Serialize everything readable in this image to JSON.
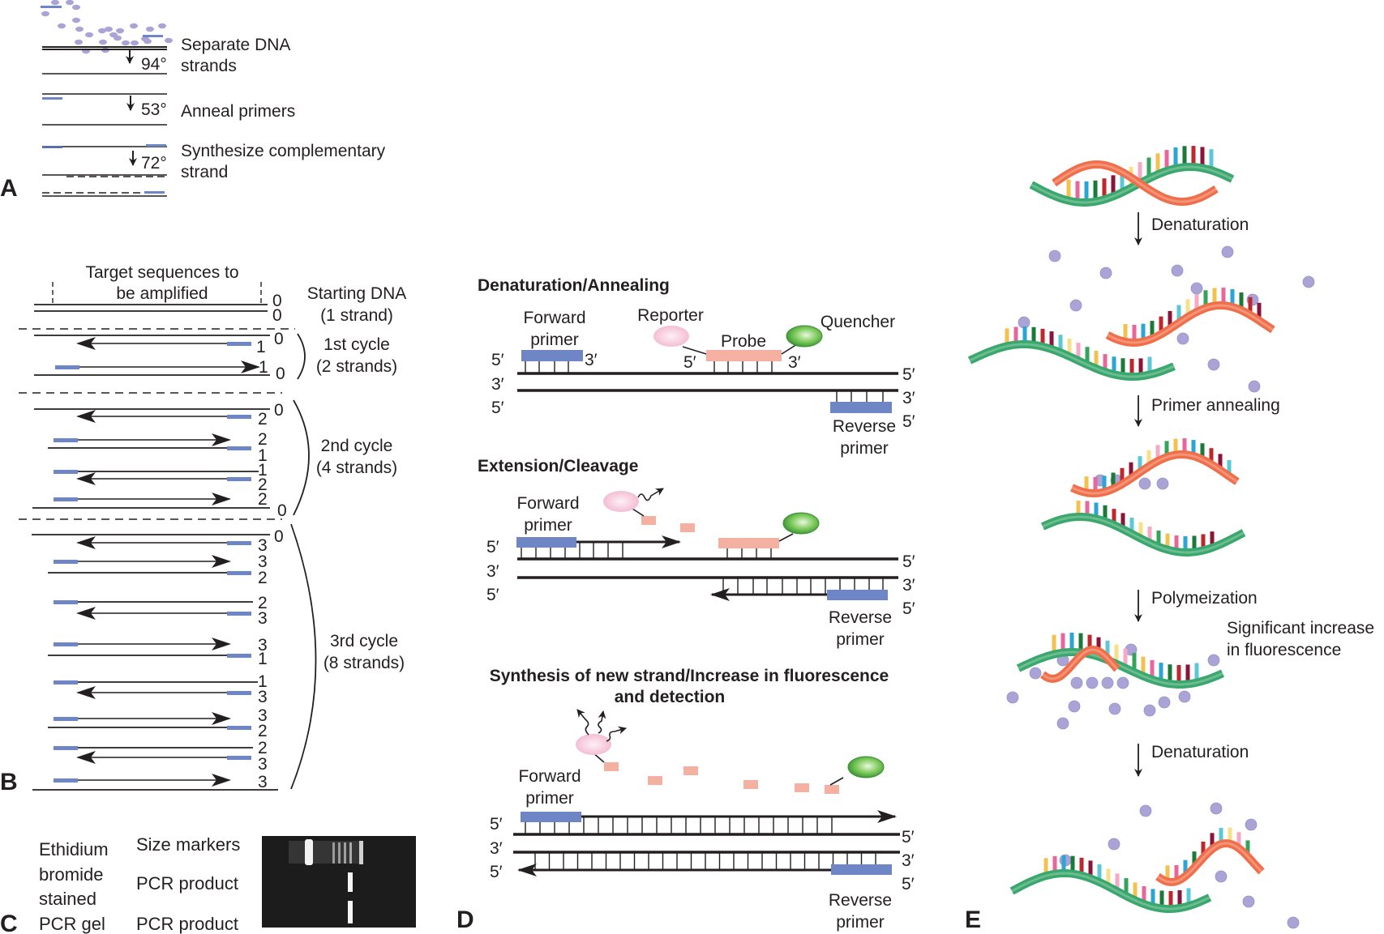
{
  "colors": {
    "strand": "#231f20",
    "primer": "#6f86c6",
    "probe": "#f4b0a0",
    "reporter": "#f6c9d9",
    "quencher": "#5fba4d",
    "dye": "#aaa3d6",
    "helix_green": "#3aa76d",
    "helix_orange": "#ef6f4b",
    "gel_bg": "#1c1c1c"
  },
  "panelA": {
    "label": "A",
    "steps": [
      {
        "temp": "94°",
        "line1": "Separate DNA",
        "line2": "strands"
      },
      {
        "temp": "53°",
        "line1": "Anneal primers",
        "line2": ""
      },
      {
        "temp": "72°",
        "line1": "Synthesize complementary",
        "line2": "strand"
      }
    ]
  },
  "panelB": {
    "label": "B",
    "target_label_1": "Target sequences to",
    "target_label_2": "be amplified",
    "groups": [
      {
        "title": "Starting DNA",
        "subtitle": "(1 strand)"
      },
      {
        "title": "1st cycle",
        "subtitle": "(2 strands)"
      },
      {
        "title": "2nd cycle",
        "subtitle": "(4 strands)"
      },
      {
        "title": "3rd cycle",
        "subtitle": "(8 strands)"
      }
    ],
    "numbers": {
      "start": [
        "0",
        "0"
      ],
      "cycle1": [
        "0",
        "1",
        "1",
        "0"
      ],
      "cycle2": [
        "0",
        "2",
        "2",
        "1",
        "1",
        "2",
        "2",
        "0"
      ],
      "cycle3": [
        "0",
        "3",
        "3",
        "2",
        "2",
        "3",
        "3",
        "1",
        "1",
        "3",
        "3",
        "2",
        "2",
        "3",
        "3"
      ]
    }
  },
  "panelC": {
    "label": "C",
    "left_lines": [
      "Ethidium",
      "bromide",
      "stained",
      "PCR gel"
    ],
    "lane_labels": [
      "Size markers",
      "PCR product",
      "PCR product"
    ]
  },
  "panelD": {
    "label": "D",
    "sections": [
      {
        "title": "Denaturation/Annealing"
      },
      {
        "title": "Extension/Cleavage"
      },
      {
        "title": "Synthesis of new strand/Increase in fluorescence",
        "title2": "and detection"
      }
    ],
    "labels": {
      "forward": "Forward",
      "primer": "primer",
      "reverse": "Reverse",
      "reporter": "Reporter",
      "probe": "Probe",
      "quencher": "Quencher",
      "five": "5′",
      "three": "3′"
    }
  },
  "panelE": {
    "label": "E",
    "steps": [
      "Denaturation",
      "Primer annealing",
      "Polymeization",
      "Denaturation"
    ],
    "note_1": "Significant increase",
    "note_2": "in fluorescence"
  }
}
